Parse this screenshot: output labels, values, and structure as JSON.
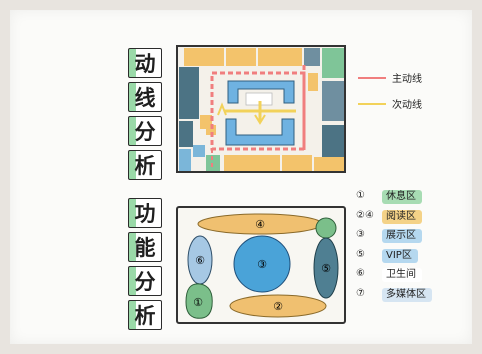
{
  "circulation": {
    "title_chars": [
      "动",
      "线",
      "分",
      "析"
    ],
    "legend": [
      {
        "label": "主动线",
        "color": "#f07e7e"
      },
      {
        "label": "次动线",
        "color": "#f2d25a"
      }
    ]
  },
  "function": {
    "title_chars": [
      "功",
      "能",
      "分",
      "析"
    ],
    "zones": [
      {
        "label": "①",
        "color": "#7bbf8a"
      },
      {
        "label": "②",
        "color": "#f0c070"
      },
      {
        "label": "③",
        "color": "#4aa3d8"
      },
      {
        "label": "④",
        "color": "#f0c070"
      },
      {
        "label": "⑤",
        "color": "#4f7f92"
      },
      {
        "label": "⑥",
        "color": "#8fb7d8"
      }
    ],
    "legend": [
      {
        "num": "①",
        "label": "休息区",
        "color": "#a7dcb3"
      },
      {
        "num": "②④",
        "label": "阅读区",
        "color": "#f4d287"
      },
      {
        "num": "③",
        "label": "展示区",
        "color": "#b5d8ef"
      },
      {
        "num": "⑤",
        "label": "VIP区",
        "color": "#b5d8ef"
      },
      {
        "num": "⑥",
        "label": "卫生间",
        "color": "#ffffff"
      },
      {
        "num": "⑦",
        "label": "多媒体区",
        "color": "#d6e5f2"
      }
    ]
  }
}
